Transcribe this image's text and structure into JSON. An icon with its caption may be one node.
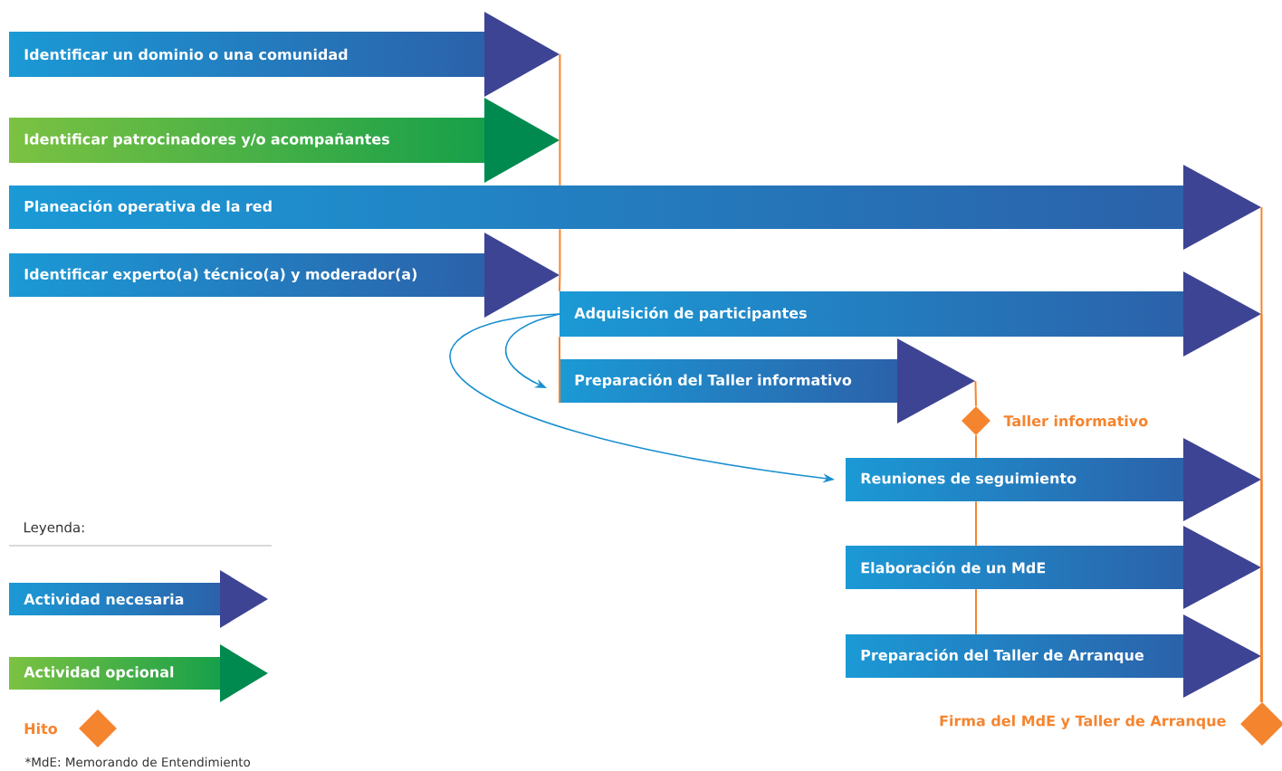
{
  "diagram": {
    "nodes": [
      {
        "text": [
          "Identificar un dominio o una comunidad"
        ]
      },
      {
        "text": [
          "Identificar patrocinadores y/o acompañantes"
        ]
      },
      {
        "text": [
          "Planeación operativa de la red"
        ]
      },
      {
        "text": [
          "Identificar experto(a) técnico(a) y moderador(a)"
        ]
      },
      {
        "text": [
          "Adquisición de participantes"
        ]
      },
      {
        "text": [
          "Preparación del Taller informativo"
        ]
      },
      {
        "text": [],
        "shape": "diamond",
        "beside": [
          "Taller informativo"
        ]
      },
      {
        "text": [
          "Reuniones de seguimiento"
        ]
      },
      {
        "text": [
          "Elaboración de un MdE"
        ]
      },
      {
        "text": [
          "Preparación del Taller de Arranque"
        ]
      },
      {
        "text": [],
        "shape": "diamond",
        "beside": [
          "Firma del MdE y Taller de Arranque"
        ]
      }
    ],
    "edges": [
      {
        "from": 0,
        "to": 1,
        "arrow": "none"
      },
      {
        "from": 1,
        "to": 2,
        "arrow": "none"
      },
      {
        "from": 2,
        "to": 3,
        "arrow": "none"
      },
      {
        "from": 3,
        "to": 4,
        "arrow": "none"
      },
      {
        "from": 4,
        "to": 5,
        "arrow": "none"
      },
      {
        "from": 5,
        "to": 6,
        "arrow": "none"
      },
      {
        "from": 6,
        "to": 7,
        "arrow": "none"
      },
      {
        "from": 7,
        "to": 8,
        "arrow": "none"
      },
      {
        "from": 8,
        "to": 9,
        "arrow": "none"
      },
      {
        "from": 2,
        "to": 10,
        "arrow": "none"
      },
      {
        "from": 4,
        "to": 10,
        "arrow": "none"
      },
      {
        "from": 7,
        "to": 10,
        "arrow": "none"
      },
      {
        "from": 8,
        "to": 10,
        "arrow": "none"
      },
      {
        "from": 9,
        "to": 10,
        "arrow": "none"
      },
      {
        "from": 4,
        "to": 5,
        "arrow": "to",
        "color": "#1a8fd0"
      },
      {
        "from": 4,
        "to": 7,
        "arrow": "to",
        "color": "#1a8fd0"
      }
    ],
    "labels": [
      "Leyenda:",
      "*MdE: Memorando de Entendimiento"
    ],
    "legend": [
      {
        "text": "Actividad necesaria"
      },
      {
        "text": "Actividad opcional"
      },
      {
        "text": "Hito"
      }
    ]
  }
}
